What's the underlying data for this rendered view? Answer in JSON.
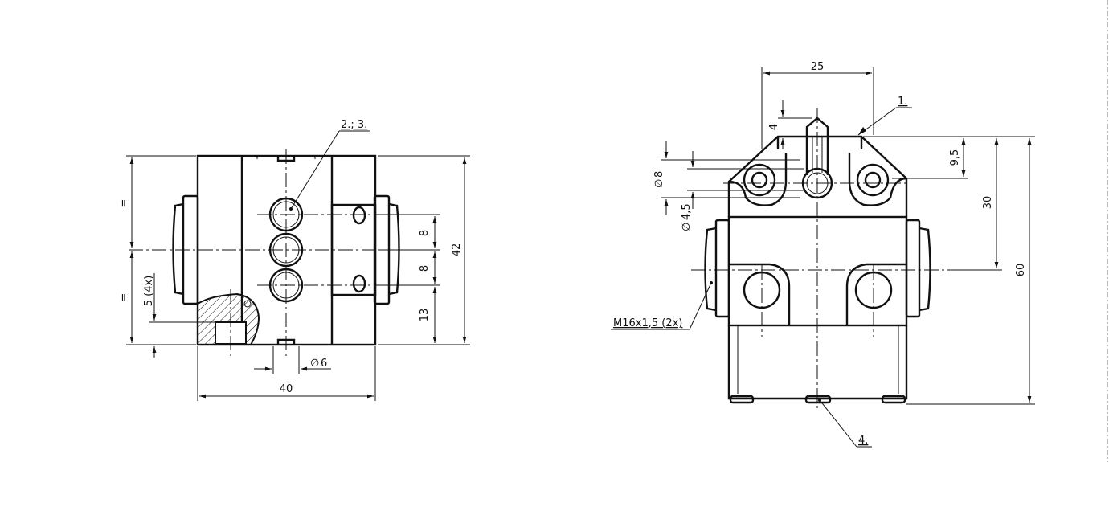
{
  "drawing": {
    "front_view": {
      "dimensions": {
        "eq_upper": "=",
        "eq_lower": "=",
        "thread_depth": "5 (4x)",
        "pitch_1": "8",
        "pitch_2": "8",
        "bottom_offset": "13",
        "total_height": "42",
        "hole_diameter": "6",
        "width": "40"
      },
      "callouts": {
        "items_2_3": "2.; 3."
      }
    },
    "side_view": {
      "dimensions": {
        "top_width": "25",
        "plunger_height": "4",
        "slot_width": "8",
        "slot_diameter": "4,5",
        "top_offset": "9,5",
        "center_height": "30",
        "overall_height": "60",
        "thread": "M16x1,5 (2x)"
      },
      "callouts": {
        "item_1": "1.",
        "item_4": "4."
      }
    }
  }
}
